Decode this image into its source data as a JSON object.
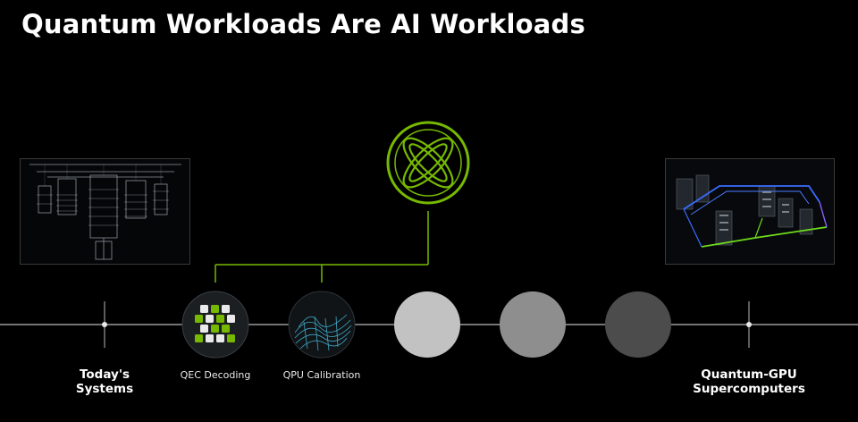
{
  "slide": {
    "title": "Quantum Workloads Are AI Workloads"
  },
  "timeline": {
    "start_label_line1": "Today's",
    "start_label_line2": "Systems",
    "end_label_line1": "Quantum-GPU",
    "end_label_line2": "Supercomputers",
    "nodes": [
      {
        "label": "QEC Decoding",
        "icon": "qec-grid-icon"
      },
      {
        "label": "QPU Calibration",
        "icon": "wave-mesh-icon"
      },
      {
        "label": "",
        "color": "#c2c2c2"
      },
      {
        "label": "",
        "color": "#8e8e8e"
      },
      {
        "label": "",
        "color": "#4c4c4c"
      }
    ]
  },
  "colors": {
    "accent": "#76b900",
    "timeline_line": "#9a9a9a",
    "background": "#000000"
  },
  "icons": {
    "hub": "quantum-orbit-icon",
    "left_photo": "quantum-computer-chandelier-image",
    "right_photo": "gpu-supercomputer-render-image"
  }
}
